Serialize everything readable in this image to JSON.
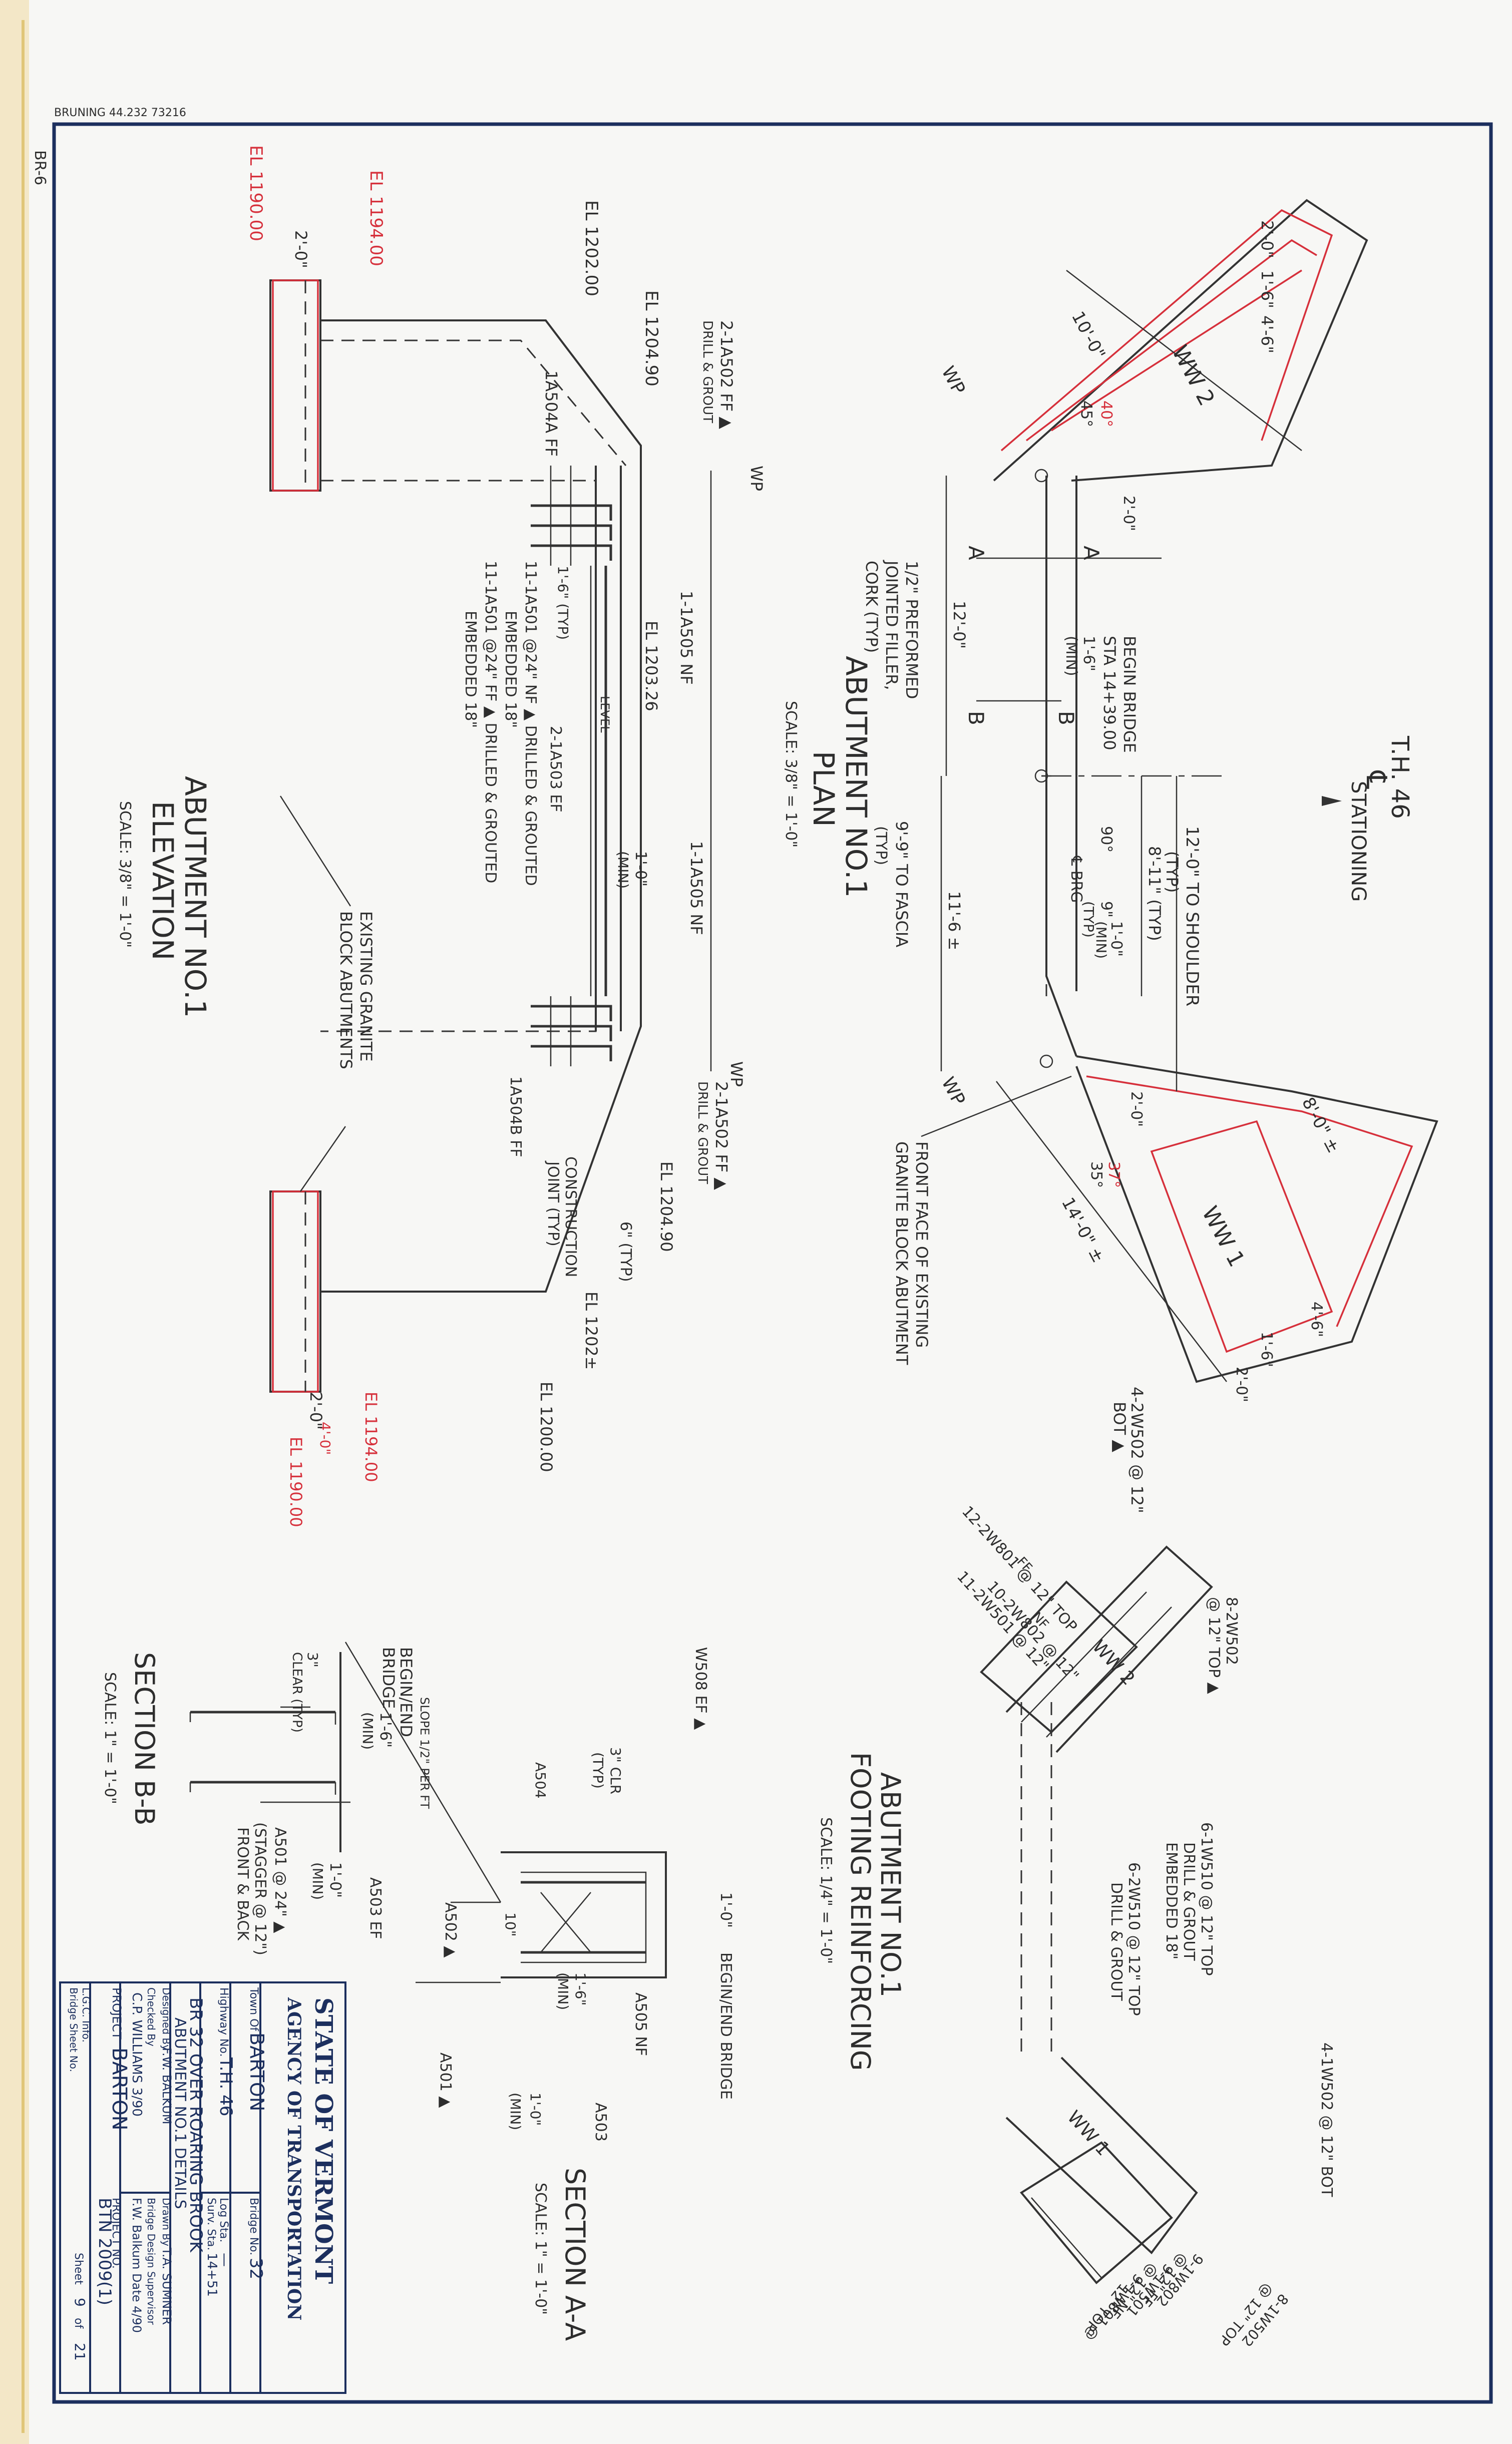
{
  "sheet": {
    "top_stamp": "BRUNING 44.232 73216",
    "side_label": "BR-6"
  },
  "plan": {
    "title_1": "ABUTMENT NO.1",
    "title_2": "PLAN",
    "scale": "SCALE: 3/8\" = 1'-0\"",
    "stationing": "STATIONING",
    "road": "T.H. 46",
    "centerline_symbol": "℄",
    "labels": {
      "begin_bridge": "BEGIN BRIDGE",
      "sta": "STA 14+39.00",
      "min_1_6": "1'-6\"",
      "min": "(MIN)",
      "preformed": "1/2\" PREFORMED",
      "jointed_filler": "JOINTED FILLER,",
      "cork": "CORK (TYP)",
      "d_12_0": "12'-0\"",
      "d_9_9": "9'-9\" TO FASCIA",
      "typ": "(TYP)",
      "d_11_6": "11'-6 ±",
      "d_12_0_shoulder": "12'-0\" TO SHOULDER",
      "d_8_11": "8'-11\" (TYP)",
      "cl_brg": "℄ BRG",
      "ang_90": "90°",
      "d_9": "9\"",
      "d_1_0": "1'-0\"",
      "front_face": "FRONT FACE OF EXISTING",
      "granite_block": "GRANITE BLOCK ABUTMENT",
      "wp": "WP",
      "ww2": "WW 2",
      "ww1": "WW 1",
      "d_2_0": "2'-0\"",
      "d_1_6": "1'-6\"",
      "d_4_6": "4'-6\"",
      "d_10_0": "10'-0\"",
      "d_8_0": "8'-0\" ±",
      "d_14_0": "14'-0\" ±",
      "ang_45": "45°",
      "ang_40": "40°",
      "ang_35": "35°",
      "ang_37": "37°",
      "sec_a": "A",
      "sec_b": "B"
    }
  },
  "elevation": {
    "title_1": "ABUTMENT NO.1",
    "title_2": "ELEVATION",
    "scale": "SCALE: 3/8\" = 1'-0\"",
    "labels": {
      "el_1190_a": "EL 1190.00",
      "el_1194_a": "EL 1194.00",
      "el_1190_b": "EL 1190.00",
      "el_1194_b": "EL 1194.00",
      "el_1202": "EL 1202.00",
      "el_1204_90_a": "EL 1204.90",
      "el_1204_90_b": "EL 1204.90",
      "el_1203_26": "EL 1203.26",
      "el_1200": "EL 1200.00",
      "el_1202_pm": "EL 1202±",
      "a502_ff": "2-1A502 FF ▲",
      "drill_grout": "DRILL & GROUT",
      "a504a": "1A504A FF",
      "a505_nf_a": "1-1A505 NF",
      "a505_nf_b": "1-1A505 NF",
      "a501": "11-1A501 @24\" NF ▲ DRILLED & GROUTED",
      "embedded": "EMBEDDED 18\"",
      "a501_ff": "11-1A501 @24\" FF ▲ DRILLED & GROUTED",
      "a503": "2-1A503 EF",
      "typ_1_6": "1'-6\" (TYP)",
      "level": "LEVEL",
      "min_1_0": "1'-0\"",
      "min": "(MIN)",
      "existing_granite": "EXISTING GRANITE",
      "block_abutments": "BLOCK ABUTMENTS",
      "a504b": "1A504B FF",
      "construction_joint": "CONSTRUCTION",
      "joint_typ": "JOINT (TYP)",
      "d_6_typ": "6\" (TYP)",
      "wp": "WP",
      "d_2_0": "2'-0\"",
      "d_4_0": "4'-0\""
    }
  },
  "footing": {
    "title_1": "ABUTMENT NO.1",
    "title_2": "FOOTING REINFORCING",
    "scale": "SCALE: 1/4\" = 1'-0\"",
    "labels": {
      "w502_bot": "4-2W502 @ 12\"",
      "bot": "BOT ▲",
      "w502_top": "8-2W502",
      "top_12": "@ 12\" TOP ▲",
      "w801": "12-2W801 @ 12\" TOP",
      "w501": "11-2W501 @ 12\"",
      "w802": "10-2W802 @ 12\"",
      "ff": "FF",
      "nf": "NF",
      "ww2": "WW 2",
      "ww1": "WW 1",
      "w510": "6-1W510 @ 12\" TOP",
      "drill_grout": "DRILL & GROUT",
      "embedded": "EMBEDDED 18\"",
      "w510b": "6-2W510 @ 12\" TOP",
      "drill_grout_b": "DRILL & GROUT",
      "w502_1": "4-1W502 @ 12\" BOT",
      "w502_1_top": "8-1W502",
      "top_12_b": "@ 12\" TOP",
      "w802_1": "9-1W802",
      "w802_1_ff": "@ 12\" FF",
      "w501_1": "9-1W501",
      "w501_1_nf": "@ 12\" NF",
      "w801_1": "9-1W801 @",
      "w801_1_top": "12\" TOP"
    }
  },
  "section_bb": {
    "title": "SECTION B-B",
    "scale": "SCALE: 1\" = 1'-0\"",
    "labels": {
      "begin_end": "BEGIN/END",
      "bridge": "BRIDGE",
      "clear": "3\"",
      "clear_typ": "CLEAR (TYP)",
      "d_1_6": "1'-6\"",
      "min": "(MIN)",
      "a501": "A501 @ 24\" ▲",
      "stagger": "(STAGGER @ 12\")",
      "front_back": "FRONT & BACK",
      "d_1_0": "1'-0\"",
      "a503": "A503 EF",
      "slope": "SLOPE 1/2\" PER FT"
    }
  },
  "section_aa": {
    "title": "SECTION A-A",
    "scale": "SCALE: 1\" = 1'-0\"",
    "labels": {
      "w508": "W508 EF ▲",
      "clr": "3\" CLR",
      "typ": "(TYP)",
      "a504": "A504",
      "d_1_0": "1'-0\"",
      "begin_end": "BEGIN/END BRIDGE",
      "a505": "A505 NF",
      "d_1_6": "1'-6\"",
      "min": "(MIN)",
      "d_10": "10\"",
      "a502": "A502 ▲",
      "a503": "A503",
      "a501": "A501 ▲",
      "d_1_0_min": "1'-0\""
    }
  },
  "title_block": {
    "state": "STATE OF VERMONT",
    "agency": "AGENCY OF TRANSPORTATION",
    "town_label": "Town Of",
    "town": "BARTON",
    "bridge_no_label": "Bridge No.",
    "bridge_no": "32",
    "highway_label": "Highway No.",
    "highway": "T.H. 46",
    "log_sta_label": "Log Sta.",
    "log_sta": "—",
    "surv_sta_label": "Surv. Sta.",
    "surv_sta": "14+51",
    "desc_1": "BR 32 OVER ROARING BROOK",
    "desc_2": "ABUTMENT NO.1 DETAILS",
    "designed_label": "Designed By",
    "designed": "F.W. BALKUM",
    "drawn_label": "Drawn By",
    "drawn": "T.A. SUMNER",
    "checked_label": "Checked By",
    "checked": "C.P. WILLIAMS 3/90",
    "supervisor_label": "Bridge Design Supervisor",
    "supervisor": "F.W. Balkum Date 4/90",
    "project_label": "PROJECT",
    "project": "BARTON",
    "project_no_label": "PROJECT NO.",
    "project_no": "BTN 2009(1)",
    "lgc_label": "L.G.C. Info.",
    "bridge_sheet_label": "Bridge Sheet No.",
    "sheet_label": "Sheet",
    "sheet_no": "9",
    "of_label": "of",
    "sheet_total": "21"
  }
}
